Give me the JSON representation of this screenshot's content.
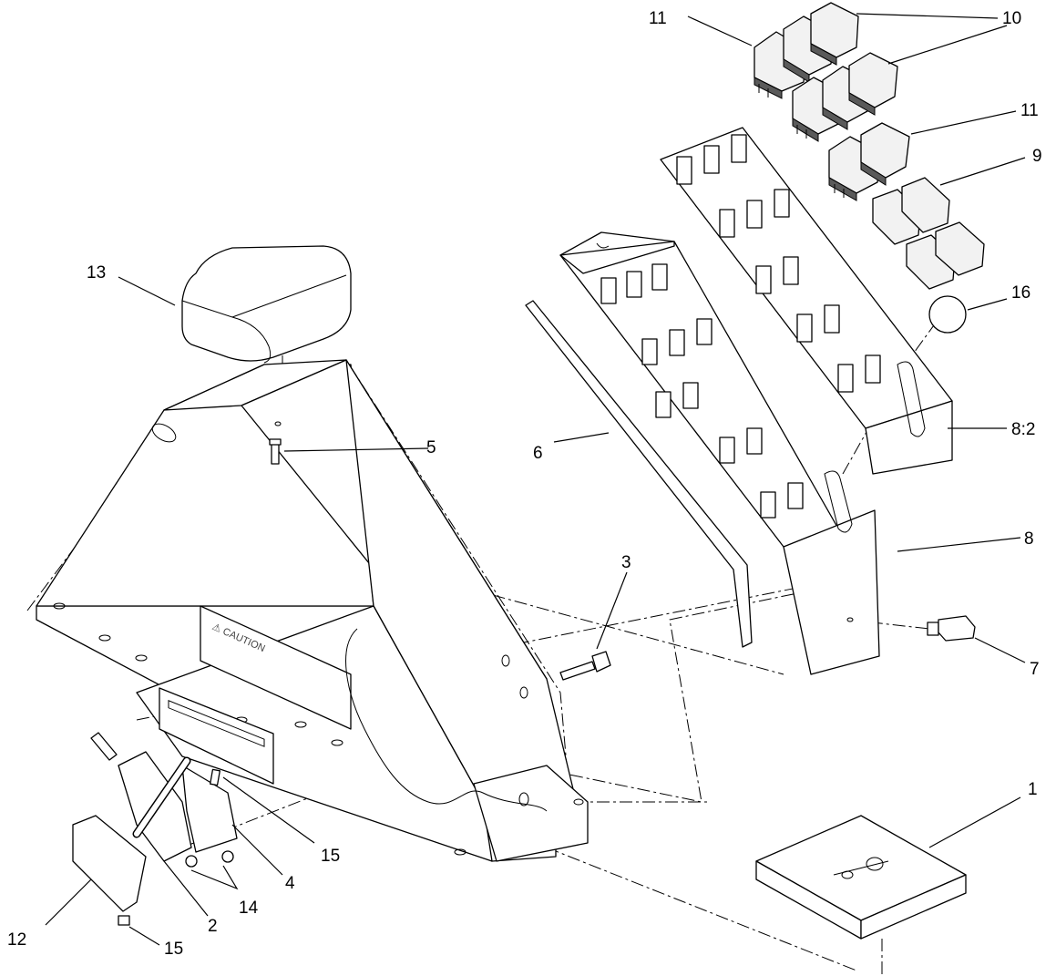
{
  "callouts": {
    "c1": "1",
    "c2": "2",
    "c3": "3",
    "c4": "4",
    "c5": "5",
    "c6": "6",
    "c7": "7",
    "c8": "8",
    "c8b": "8:2",
    "c9": "9",
    "c10": "10",
    "c11a": "11",
    "c11b": "11",
    "c12": "12",
    "c13": "13",
    "c14": "14",
    "c15a": "15",
    "c15b": "15",
    "c16": "16"
  },
  "decals": {
    "caution": "⚠ CAUTION"
  }
}
